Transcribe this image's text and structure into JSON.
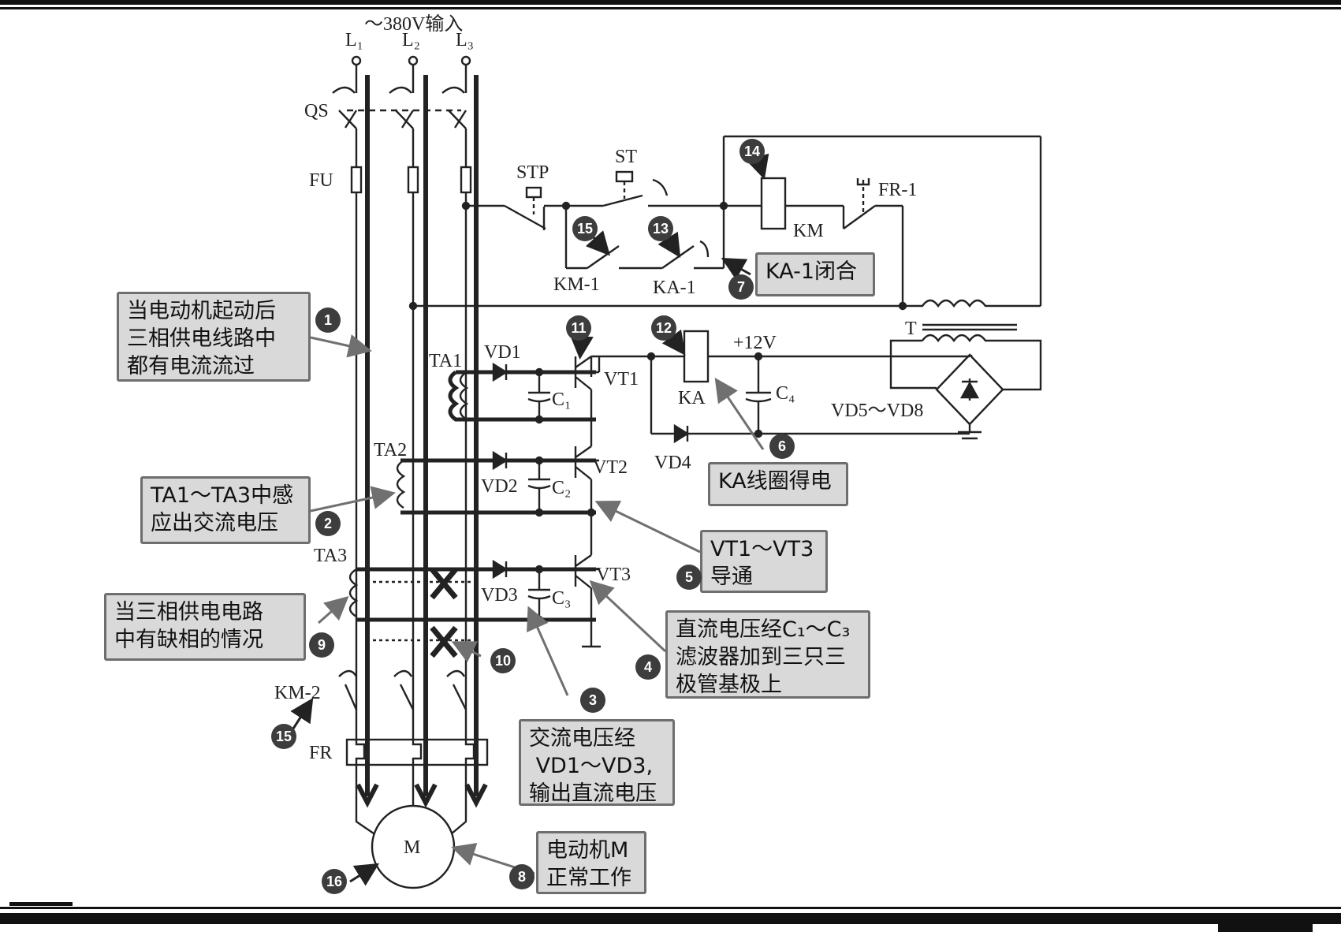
{
  "labels": {
    "supply": "～380V输入",
    "L1": "L₁",
    "L2": "L₂",
    "L3": "L₃",
    "QS": "QS",
    "FU": "FU",
    "STP": "STP",
    "ST": "ST",
    "FR1": "FR-1",
    "KM": "KM",
    "KM1": "KM-1",
    "KA1": "KA-1",
    "T": "T",
    "TA1": "TA1",
    "TA2": "TA2",
    "TA3": "TA3",
    "VD1": "VD1",
    "VD2": "VD2",
    "VD3": "VD3",
    "VD4": "VD4",
    "C1": "C₁",
    "C2": "C₂",
    "C3": "C₃",
    "C4": "C₄",
    "VT1": "VT1",
    "VT2": "VT2",
    "VT3": "VT3",
    "KA": "KA",
    "V12": "+12V",
    "VD58": "VD5～VD8",
    "KM2": "KM-2",
    "FR": "FR",
    "M": "M"
  },
  "callouts": [
    {
      "id": "c1",
      "text": "当电动机起动后\n三相供电线路中\n都有电流流过"
    },
    {
      "id": "c2",
      "text": "TA1～TA3中感\n应出交流电压"
    },
    {
      "id": "c3",
      "text": "交流电压经\n VD1～VD3,\n输出直流电压"
    },
    {
      "id": "c4",
      "text": "直流电压经C₁～C₃\n滤波器加到三只三\n极管基极上"
    },
    {
      "id": "c5",
      "text": "VT1～VT3\n导通"
    },
    {
      "id": "c6",
      "text": "KA线圈得电"
    },
    {
      "id": "c7",
      "text": "KA-1闭合"
    },
    {
      "id": "c8",
      "text": "电动机M\n正常工作"
    },
    {
      "id": "c9",
      "text": "当三相供电电路\n中有缺相的情况"
    }
  ],
  "badges": [
    "1",
    "2",
    "3",
    "4",
    "5",
    "6",
    "7",
    "8",
    "9",
    "10",
    "11",
    "12",
    "13",
    "14",
    "15",
    "15",
    "16"
  ],
  "colors": {
    "wire": "#222222",
    "box_fill": "#d9d9d9",
    "box_border": "#6e6e6e",
    "badge": "#3d3d3d",
    "arrow": "#707070"
  }
}
